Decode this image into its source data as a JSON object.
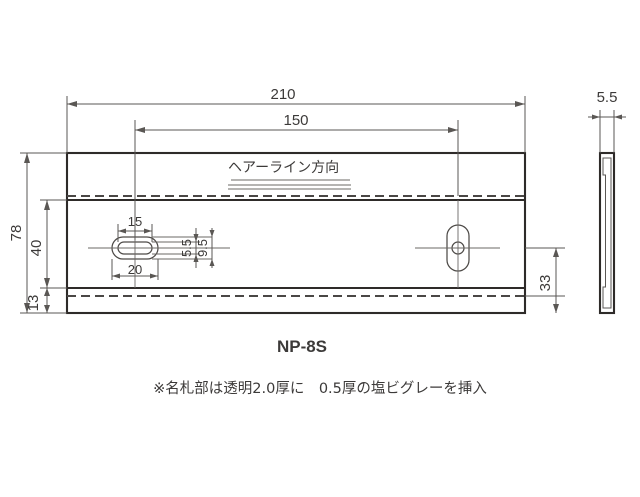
{
  "drawing": {
    "title": "NP-8S",
    "note": "※名札部は透明2.0厚に　0.5厚の塩ビグレーを挿入",
    "hairline_label": "ヘアーライン方向",
    "units": "mm",
    "line_color": "#2e2b29",
    "dim_color": "#5a5754",
    "background": "#ffffff"
  },
  "dimensions": {
    "overall_width": "210",
    "hole_spacing": "150",
    "overall_height": "78",
    "upper_band": "40",
    "lower_band": "13",
    "slot_outer_width": "20",
    "slot_inner_width": "15",
    "slot_inner_height": "5.5",
    "slot_outer_height": "9.5",
    "thickness": "5.5",
    "side_height": "33"
  },
  "views": {
    "front_view_name": "front-view",
    "side_view_name": "side-view"
  }
}
